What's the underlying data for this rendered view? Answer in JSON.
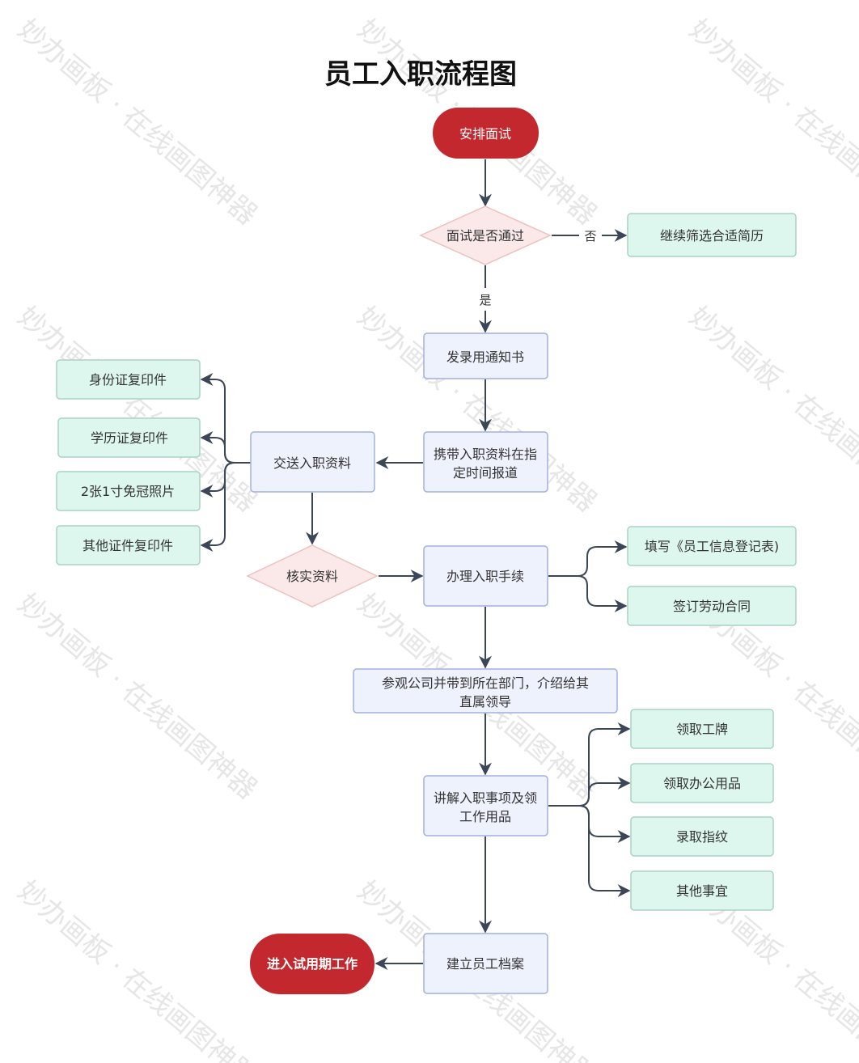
{
  "title": "员工入职流程图",
  "watermark": "妙办画板 · 在线画图神器",
  "colors": {
    "terminal": "#c3282e",
    "process_fill": "#eef2fd",
    "process_border": "#a3b0e0",
    "side_fill": "#ddf6ee",
    "side_border": "#a9d4c3",
    "decision_fill": "#fbe9e9",
    "decision_border": "#ecc1c1",
    "edge": "#3b4656"
  },
  "nodes": {
    "start": "安排面试",
    "interview_passed": "面试是否通过",
    "screen_resumes": "继续筛选合适简历",
    "offer_letter": "发录用通知书",
    "report_on_time_l1": "携带入职资料在指",
    "report_on_time_l2": "定时间报道",
    "submit_documents": "交送入职资料",
    "id_copy": "身份证复印件",
    "diploma_copy": "学历证复印件",
    "photos": "2张1寸免冠照片",
    "other_copies": "其他证件复印件",
    "verify_documents": "核实资料",
    "onboarding_procedures": "办理入职手续",
    "fill_form": "填写《员工信息登记表)",
    "sign_contract": "签订劳动合同",
    "tour_l1": "参观公司并带到所在部门，介绍给其",
    "tour_l2": "直属领导",
    "explain_l1": "讲解入职事项及领",
    "explain_l2": "工作用品",
    "get_badge": "领取工牌",
    "get_supplies": "领取办公用品",
    "fingerprint": "录取指纹",
    "other_matters": "其他事宜",
    "create_file": "建立员工档案",
    "end": "进入试用期工作"
  },
  "edge_labels": {
    "no": "否",
    "yes": "是"
  }
}
